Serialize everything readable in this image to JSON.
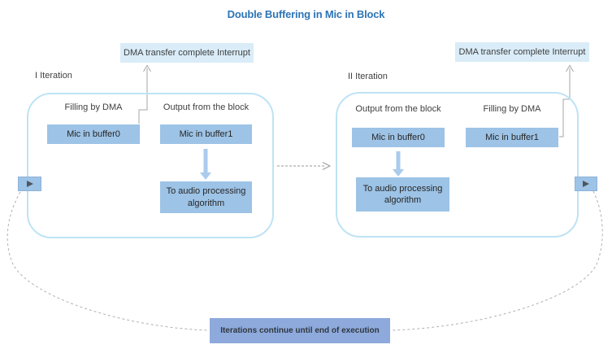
{
  "title": "Double Buffering in Mic in Block",
  "iterations": [
    {
      "label": "I Iteration",
      "interrupt_label": "DMA transfer complete Interrupt",
      "columns": [
        {
          "role_label": "Filling by DMA",
          "buffer_label": "Mic in buffer0"
        },
        {
          "role_label": "Output from the block",
          "buffer_label": "Mic in buffer1"
        }
      ],
      "processing_label": "To audio processing algorithm"
    },
    {
      "label": "II Iteration",
      "interrupt_label": "DMA transfer complete Interrupt",
      "columns": [
        {
          "role_label": "Output from the block",
          "buffer_label": "Mic in buffer0"
        },
        {
          "role_label": "Filling by DMA",
          "buffer_label": "Mic in buffer1"
        }
      ],
      "processing_label": "To audio processing algorithm"
    }
  ],
  "footer": {
    "label": "Iterations continue until end of execution"
  },
  "icons": {
    "left_edge": "play-icon",
    "right_edge": "play-icon"
  },
  "colors": {
    "title_text": "#2E75B6",
    "interrupt_box_bg": "#D9ECF8",
    "buffer_box_bg": "#9DC3E6",
    "footer_box_bg": "#8EAADC",
    "container_border": "#BEE3F5",
    "blue_arrow": "#AACBEC",
    "gray_connector": "#A6A6A6",
    "dashed_connector": "#B0B0B0",
    "dark_text": "#3F3F3F"
  }
}
